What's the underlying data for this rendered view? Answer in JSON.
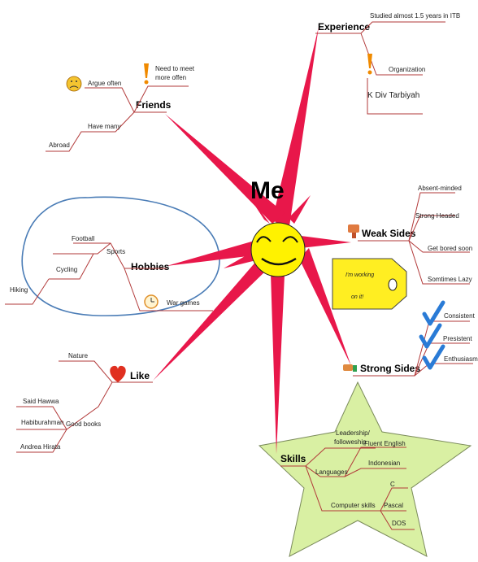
{
  "title": "Me",
  "branches": {
    "experience": {
      "label": "Experience",
      "items": [
        "Studied almost 1.5 years in ITB",
        "Organization",
        "K Div Tarbiyah"
      ]
    },
    "friends": {
      "label": "Friends",
      "items": [
        "Need to meet",
        "more  offen",
        "Argue often",
        "Have many",
        "Abroad"
      ]
    },
    "weak_sides": {
      "label": "Weak Sides",
      "items": [
        "Absent-minded",
        "Strong Headed",
        "Get bored soon",
        "Somtimes Lazy"
      ]
    },
    "working_tag": [
      "I'm working",
      "on it!"
    ],
    "hobbies": {
      "label": "Hobbies",
      "items": [
        "Football",
        "Sports",
        "Cycling",
        "Hiking",
        "War games"
      ]
    },
    "strong_sides": {
      "label": "Strong Sides",
      "items": [
        "Consistent",
        "Presistent",
        "Enthusiasm"
      ]
    },
    "like": {
      "label": "Like",
      "items": [
        "Nature",
        "Good books",
        "Said Hawwa",
        "Habiburahman",
        "Andrea Hirata"
      ]
    },
    "skills": {
      "label": "Skills",
      "items": [
        "Leadership/",
        "followeship",
        "Languages",
        "Fluent English",
        "Indonesian",
        "Computer skills",
        "C",
        "Pascal",
        "DOS"
      ]
    }
  },
  "colors": {
    "spoke": "#e8174a",
    "sun": "#fff200",
    "star": "#d9f0a3",
    "tag": "#ffee22",
    "line": "#b23a3a",
    "check": "#2a7bd6",
    "heart": "#e03020",
    "hobby_loop": "#4a7cb6"
  },
  "icons": [
    "smiley-sad-icon",
    "exclamation-icon",
    "thumbs-down-icon",
    "thumbs-up-icon",
    "heart-icon",
    "alarm-clock-icon",
    "checkmark-icon"
  ]
}
